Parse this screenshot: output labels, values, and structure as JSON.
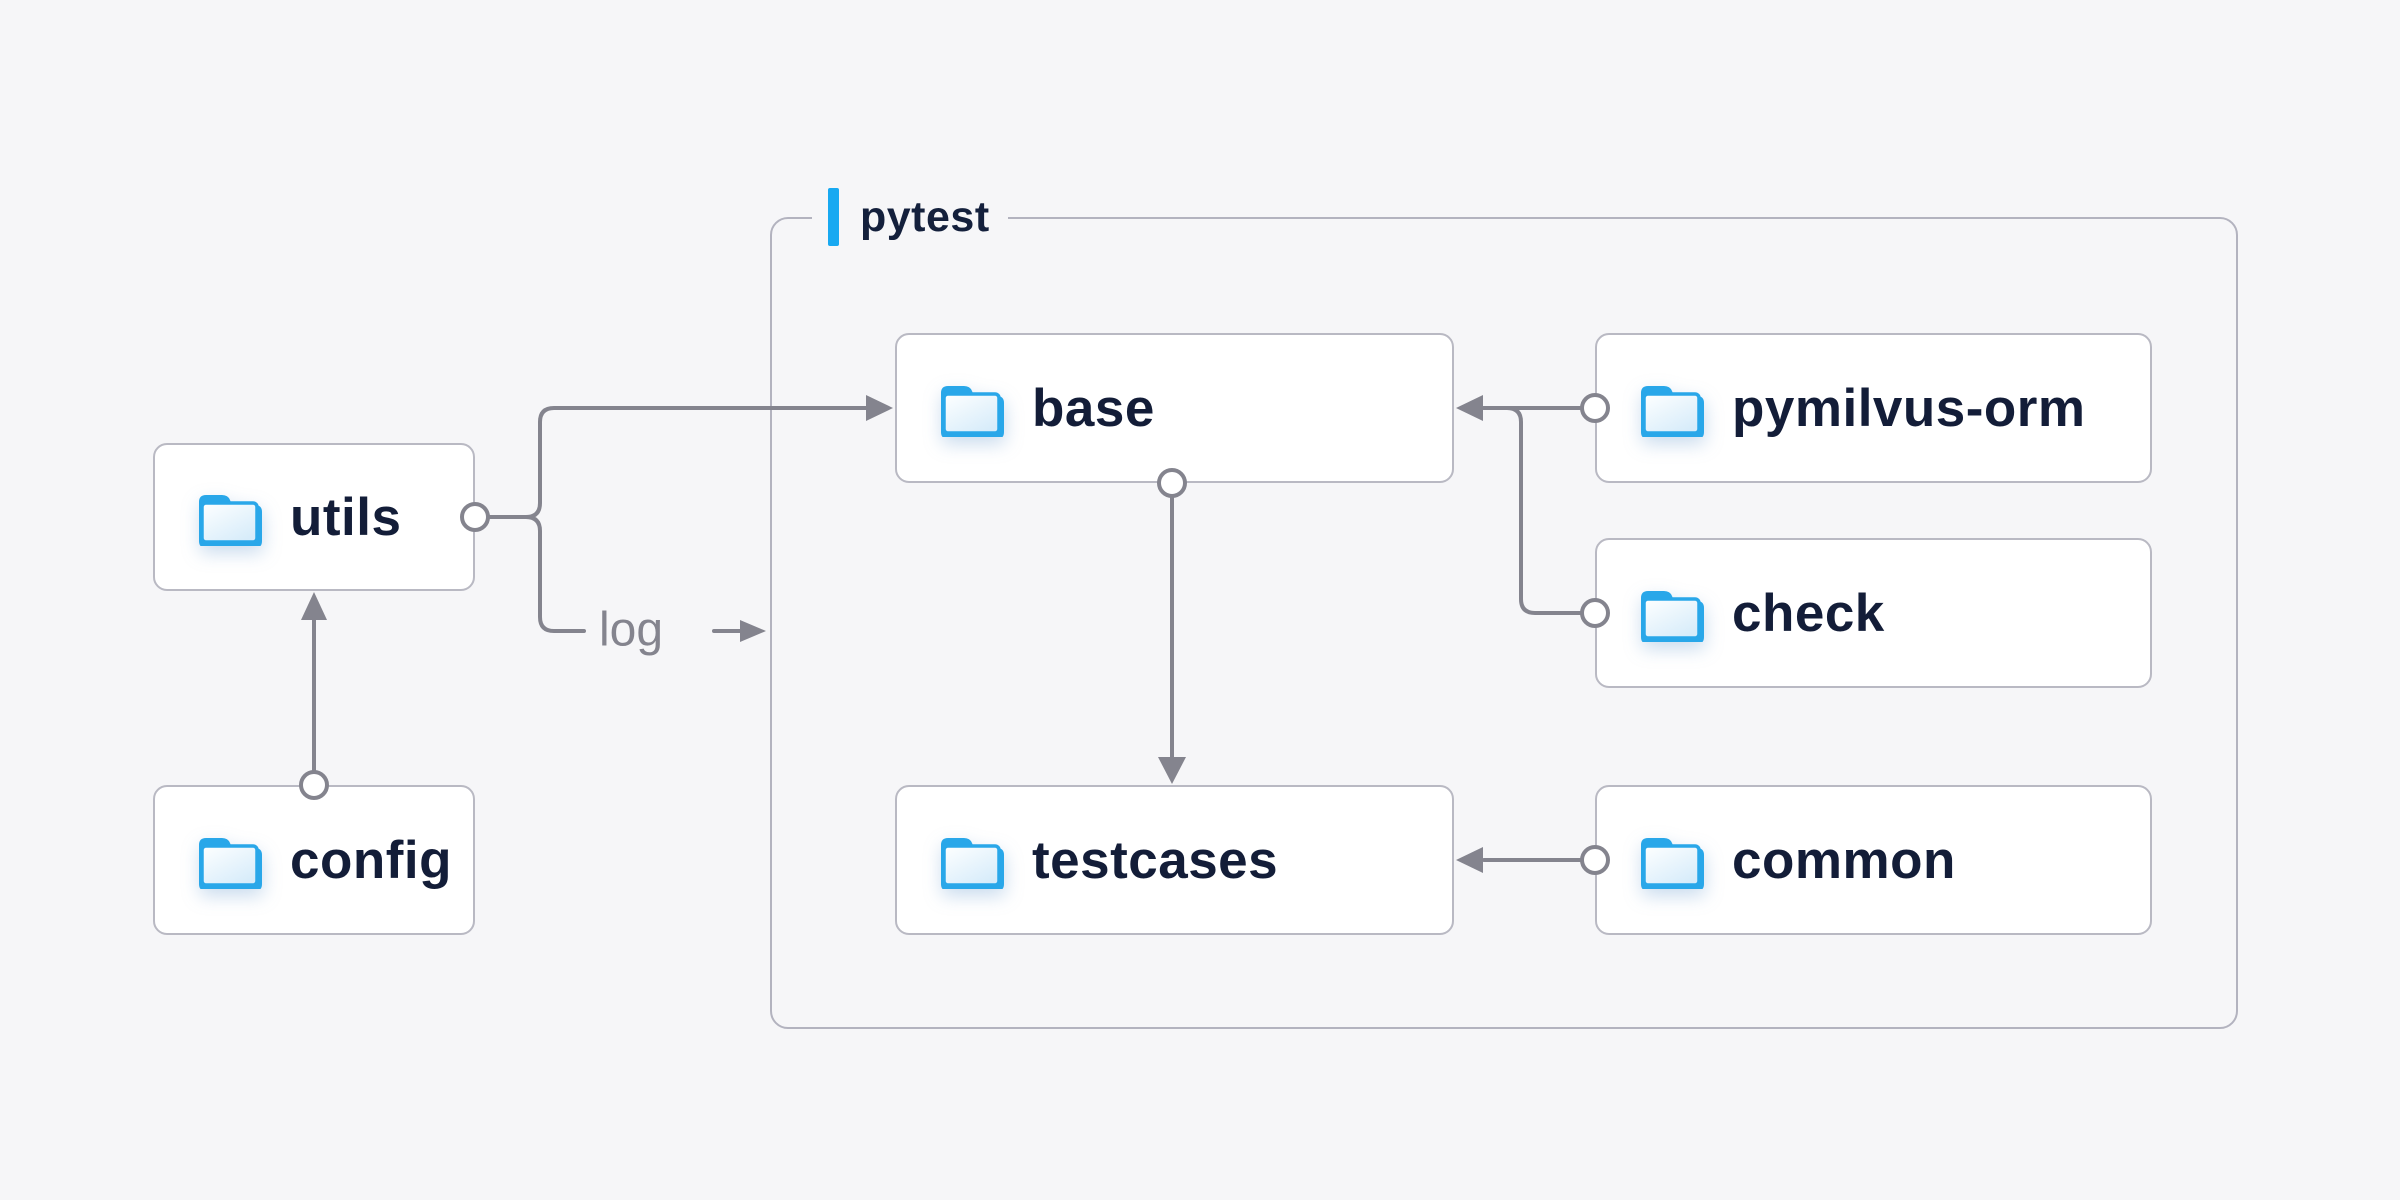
{
  "diagram": {
    "container": {
      "label": "pytest"
    },
    "nodes": {
      "utils": {
        "label": "utils",
        "icon": "folder-icon"
      },
      "config": {
        "label": "config",
        "icon": "folder-icon"
      },
      "base": {
        "label": "base",
        "icon": "folder-icon"
      },
      "pymilvus_orm": {
        "label": "pymilvus-orm",
        "icon": "folder-icon"
      },
      "check": {
        "label": "check",
        "icon": "folder-icon"
      },
      "testcases": {
        "label": "testcases",
        "icon": "folder-icon"
      },
      "common": {
        "label": "common",
        "icon": "folder-icon"
      }
    },
    "edges": [
      {
        "from": "config",
        "to": "utils",
        "style": "arrow"
      },
      {
        "from": "utils",
        "to": "base",
        "style": "arrow"
      },
      {
        "from": "utils",
        "to": "pytest",
        "style": "arrow",
        "label": "log"
      },
      {
        "from": "base",
        "to": "testcases",
        "style": "arrow"
      },
      {
        "from": "pymilvus-orm",
        "to": "base",
        "style": "arrow"
      },
      {
        "from": "check",
        "to": "base",
        "style": "arrow"
      },
      {
        "from": "common",
        "to": "testcases",
        "style": "arrow"
      }
    ],
    "edge_labels": {
      "log": "log"
    },
    "colors": {
      "background": "#f6f6f8",
      "node_background": "#ffffff",
      "node_border": "#b9b9c3",
      "container_border": "#b3b3bf",
      "connector_gray": "#84848e",
      "text_navy": "#131d38",
      "accent_blue": "#18a9f1",
      "folder_blue": "#29a7e9",
      "folder_fill_top": "#feffff",
      "folder_fill_bottom": "#d7ecfa"
    }
  }
}
